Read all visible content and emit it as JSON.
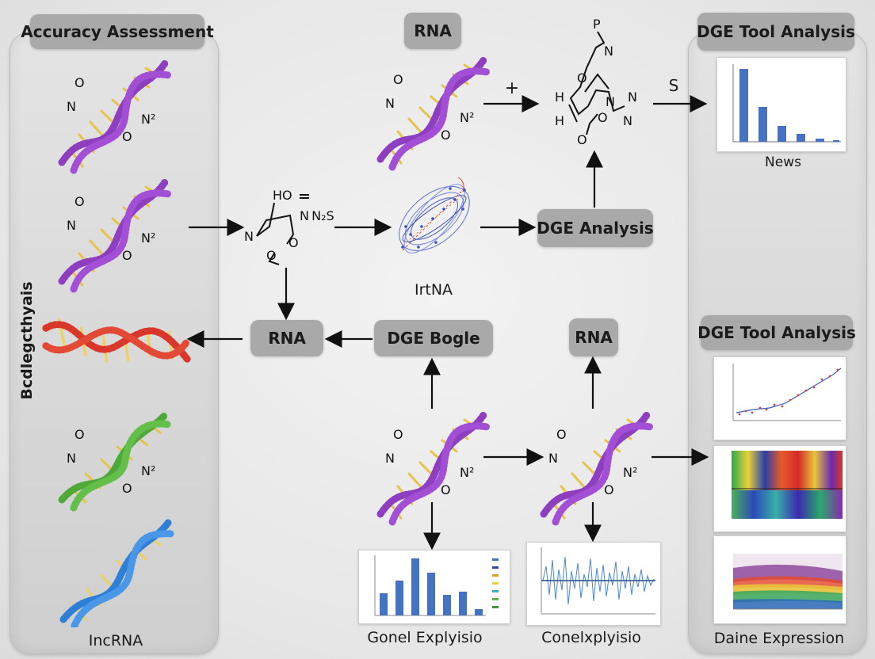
{
  "left_panel": {
    "header": "Accuracy Assessment",
    "vertical_label": "Bcdlegcthyais",
    "bottom_label": "IncRNA"
  },
  "right_panel": {
    "header_top": "DGE Tool Analysis",
    "top_chart_caption": "News",
    "header_mid": "DGE Tool Analysis",
    "bottom_caption": "Daine Expression"
  },
  "nodes": {
    "rna_top": "RNA",
    "dge_analysis": "DGE Analysis",
    "rna_mid_left": "RNA",
    "dge_bogle": "DGE Bogle",
    "rna_mid_right": "RNA",
    "network_label": "IrtNA",
    "plus_sign": "+",
    "s_label": "S"
  },
  "bottom_captions": {
    "left": "Gonel Explyisio",
    "right": "Conelxplyisio"
  },
  "chem_labels": {
    "o": "O",
    "n": "N",
    "n2": "N²",
    "p": "P",
    "h": "H",
    "ho": "HO",
    "n2s": "N N₂S"
  },
  "colors": {
    "dna_purple": "#8e3fc0",
    "dna_red": "#d8372a",
    "dna_green": "#4fa83a",
    "dna_blue": "#2f7fd6",
    "bar_blue": "#4472c4",
    "pill_gray": "#a9a9a9"
  }
}
